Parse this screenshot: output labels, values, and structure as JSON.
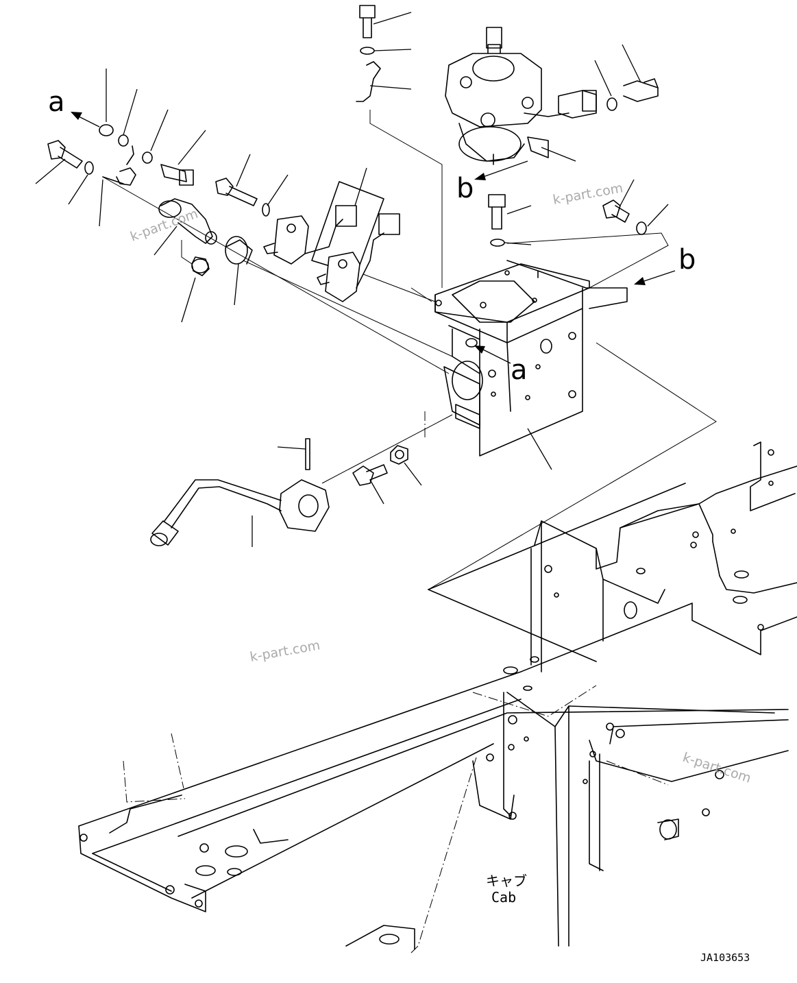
{
  "ref_letters": {
    "a1": "a",
    "a2": "a",
    "b1": "b",
    "b2": "b"
  },
  "labels": {
    "cab_jp": "キャブ",
    "cab_en": "Cab"
  },
  "figure_code": "JA103653",
  "watermarks": [
    "k-part.com",
    "k-part.com",
    "k-part.com",
    "k-part.com"
  ]
}
